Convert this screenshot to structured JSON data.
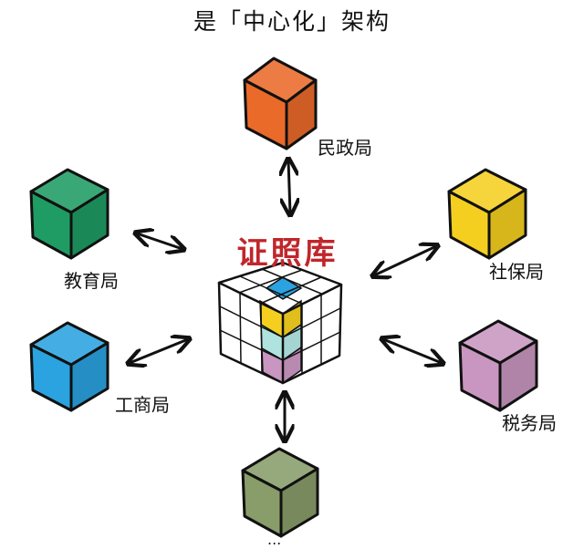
{
  "title": "是「中心化」架构",
  "center": {
    "label": "证照库"
  },
  "nodes": [
    {
      "id": "minzheng",
      "label": "民政局",
      "color": "#ea6a2a"
    },
    {
      "id": "jiaoyu",
      "label": "教育局",
      "color": "#1f9c63"
    },
    {
      "id": "shebao",
      "label": "社保局",
      "color": "#f4cf20"
    },
    {
      "id": "gongshang",
      "label": "工商局",
      "color": "#2aa3e0"
    },
    {
      "id": "shuiwu",
      "label": "税务局",
      "color": "#c896c0"
    },
    {
      "id": "more",
      "label": "...",
      "color": "#889d6a"
    }
  ],
  "center_colors": {
    "blue": "#2aa3e0",
    "yellow": "#f4cf20",
    "teal": "#aee3df",
    "purple": "#c896c0"
  }
}
